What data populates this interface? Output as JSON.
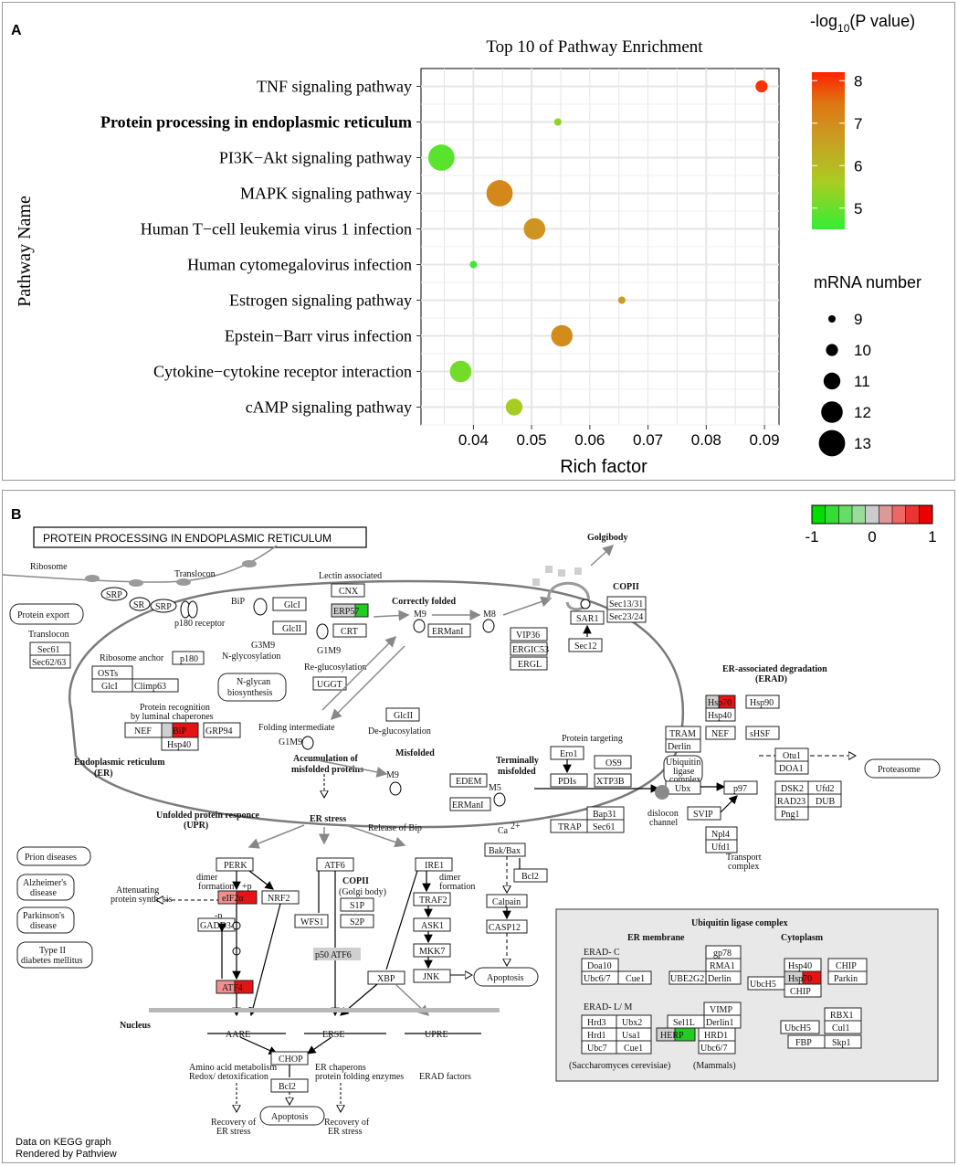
{
  "panel_a": {
    "label": "A",
    "legend_color": {
      "title_prefix": "-log",
      "title_sub": "10",
      "title_suffix": "(P value)",
      "ticks": [
        "8",
        "7",
        "6",
        "5"
      ],
      "tick_values": [
        8,
        7,
        6,
        5
      ],
      "range": [
        4.5,
        8.2
      ],
      "colors": [
        "#33ee33",
        "#aacc22",
        "#cc9922",
        "#dd7711",
        "#ff2200"
      ]
    },
    "legend_size": {
      "title": "mRNA number",
      "entries": [
        "9",
        "10",
        "11",
        "12",
        "13"
      ],
      "entry_values": [
        9,
        10,
        11,
        12,
        13
      ]
    }
  },
  "chart_data": {
    "type": "scatter",
    "title": "Top 10 of Pathway Enrichment",
    "xlabel": "Rich factor",
    "ylabel": "Pathway Name",
    "xlim": [
      0.031,
      0.0925
    ],
    "xticks": [
      "0.04",
      "0.05",
      "0.06",
      "0.07",
      "0.08",
      "0.09"
    ],
    "xtick_values": [
      0.04,
      0.05,
      0.06,
      0.07,
      0.08,
      0.09
    ],
    "grid": true,
    "points": [
      {
        "pathway": "TNF signaling pathway",
        "rich_factor": 0.0895,
        "neg_log10_p": 8.0,
        "mrna_number": 10,
        "bold": false
      },
      {
        "pathway": "Protein processing in endoplasmic reticulum",
        "rich_factor": 0.0545,
        "neg_log10_p": 5.2,
        "mrna_number": 9,
        "bold": true
      },
      {
        "pathway": "PI3K−Akt signaling pathway",
        "rich_factor": 0.0345,
        "neg_log10_p": 4.8,
        "mrna_number": 13,
        "bold": false
      },
      {
        "pathway": "MAPK signaling pathway",
        "rich_factor": 0.0445,
        "neg_log10_p": 6.8,
        "mrna_number": 13,
        "bold": false
      },
      {
        "pathway": "Human T−cell leukemia virus 1 infection",
        "rich_factor": 0.0505,
        "neg_log10_p": 6.5,
        "mrna_number": 12,
        "bold": false
      },
      {
        "pathway": "Human cytomegalovirus infection",
        "rich_factor": 0.04,
        "neg_log10_p": 4.6,
        "mrna_number": 9,
        "bold": false
      },
      {
        "pathway": "Estrogen signaling pathway",
        "rich_factor": 0.0655,
        "neg_log10_p": 6.3,
        "mrna_number": 9,
        "bold": false
      },
      {
        "pathway": "Epstein−Barr virus infection",
        "rich_factor": 0.0552,
        "neg_log10_p": 6.7,
        "mrna_number": 12,
        "bold": false
      },
      {
        "pathway": "Cytokine−cytokine receptor interaction",
        "rich_factor": 0.0378,
        "neg_log10_p": 5.0,
        "mrna_number": 12,
        "bold": false
      },
      {
        "pathway": "cAMP signaling pathway",
        "rich_factor": 0.047,
        "neg_log10_p": 5.4,
        "mrna_number": 11,
        "bold": false
      }
    ]
  },
  "panel_b": {
    "label": "B",
    "title": "PROTEIN PROCESSING IN ENDOPLASMIC RETICULUM",
    "scale": {
      "ticks": [
        "-1",
        "0",
        "1"
      ],
      "colors": [
        "#00dd00",
        "#33dd33",
        "#66dd66",
        "#99dd99",
        "#cccccc",
        "#dd9999",
        "#ee6666",
        "#ee3333",
        "#ee0000"
      ]
    },
    "footer": [
      "Data on KEGG graph",
      "Rendered by Pathview"
    ],
    "highlight_colors": {
      "up": "#e41414",
      "up_light": "#f29090",
      "down": "#22cc22",
      "neutral": "#cfcfcf"
    },
    "labels": {
      "ribosome": "Ribosome",
      "translocon": "Translocon",
      "srp": "SRP",
      "sr": "SR",
      "protein_export": "Protein export",
      "translocon2": "Translocon",
      "sec61": "Sec61",
      "sec62": "Sec62/63",
      "p180r": "p180 receptor",
      "p180": "p180",
      "ribosome_anchor": "Ribosome anchor",
      "osts": "OSTs",
      "glci": "GlcI",
      "climp63": "Climp63",
      "bip": "BiP",
      "glci2": "GlcI",
      "glcii": "GlcII",
      "g3m9": "G3M9",
      "nglyc": "N-glycosylation",
      "nglycan": "N-glycan",
      "biosynthesis": "biosynthesis",
      "lectin": "Lectin associated",
      "cnx": "CNX",
      "erp57": "ERP57",
      "crt": "CRT",
      "g1m9": "G1M9",
      "correctly": "Correctly folded",
      "m9": "M9",
      "m8": "M8",
      "ermani": "ERManI",
      "vip36": "VIP36",
      "ergic53": "ERGIC53",
      "ergl": "ERGL",
      "golgibody": "Golgibody",
      "copii": "COPII",
      "sec1331": "Sec13/31",
      "sec2324": "Sec23/24",
      "sar1": "SAR1",
      "sec12": "Sec12",
      "reglu": "Re-glucosylation",
      "uggt": "UGGT",
      "recog1": "Protein recognition",
      "recog2": "by luminal chaperones",
      "nef": "NEF",
      "bip2": "BiP",
      "grp94": "GRP94",
      "hsp40": "Hsp40",
      "folding": "Folding intermediate",
      "g1m9b": "G1M9",
      "glcii2": "GlcII",
      "deglu": "De-glucosylation",
      "er1": "Endoplasmic reticulum",
      "er2": "(ER)",
      "misfolded": "Misfolded",
      "accum1": "Accumulation of",
      "accum2": "misfolded proteins",
      "m9b": "M9",
      "edem": "EDEM",
      "ermani2": "ERManI",
      "m5": "M5",
      "terminally1": "Terminally",
      "terminally2": "misfolded",
      "targeting": "Protein targeting",
      "ero1": "Ero1",
      "os9": "OS9",
      "pdis": "PDIs",
      "xtp3b": "XTP3B",
      "bap31": "Bap31",
      "trap": "TRAP",
      "sec61b": "Sec61",
      "erad1": "ER-associated degradation",
      "erad2": "(ERAD)",
      "hsp70": "Hsp70",
      "hsp90": "Hsp90",
      "hsp40b": "Hsp40",
      "tram": "TRAM",
      "derlin": "Derlin",
      "nef2": "NEF",
      "shsf": "sHSF",
      "ubiq1": "Ubiquitin",
      "ubiq2": "ligase",
      "ubiq3": "complex",
      "ubx": "Ubx",
      "p97": "p97",
      "svip": "SVIP",
      "npl4": "Npl4",
      "ufd1": "Ufd1",
      "transport1": "Transport",
      "transport2": "complex",
      "dislocon1": "dislocon",
      "dislocon2": "channel",
      "otu1": "Otu1",
      "doa1": "DOA1",
      "proteasome": "Proteasome",
      "dsk2": "DSK2",
      "ufd2": "Ufd2",
      "rad23": "RAD23",
      "dub": "DUB",
      "png1": "Png1",
      "upr1": "Unfolded protein responce",
      "upr2": "(UPR)",
      "erstress": "ER stress",
      "release": "Release of Bip",
      "bakbax": "Bak/Bax",
      "ca2": "Ca",
      "perk": "PERK",
      "atf6": "ATF6",
      "ire1": "IRE1",
      "dimer1": "dimer",
      "dimer2": "formation",
      "p": "+p",
      "atten1": "Attenuating",
      "atten2": "protein synthesis",
      "eif2a": "eIF2α",
      "minusp": "-p",
      "nrf2": "NRF2",
      "gadd34": "GADD34",
      "wfs1": "WFS1",
      "copii2": "COPII",
      "golgi2": "(Golgi body)",
      "s1p": "S1P",
      "s2p": "S2P",
      "p50": "p50 ATF6",
      "traf2": "TRAF2",
      "ask1": "ASK1",
      "mkk7": "MKK7",
      "jnk": "JNK",
      "bcl2": "Bcl2",
      "calpain": "Calpain",
      "casp12": "CASP12",
      "apoptosis": "Apoptosis",
      "atf4": "ATF4",
      "xbp": "XBP",
      "nucleus": "Nucleus",
      "aare": "AARE",
      "erse": "ERSE",
      "upre": "UPRE",
      "chop": "CHOP",
      "bcl2b": "Bcl2",
      "aa1": "Amino acid  metabolism",
      "aa2": "Redox/ detoxification",
      "erch1": "ER chaperons",
      "erch2": "protein folding enzymes",
      "eradf": "ERAD factors",
      "apoptosis2": "Apoptosis",
      "rec1": "Recovery of",
      "rec2": "ER stress",
      "rec3": "Recovery of",
      "rec4": "ER stress",
      "prion": "Prion diseases",
      "alz1": "Alzheimer's",
      "alz2": "disease",
      "park1": "Parkinson's",
      "park2": "disease",
      "t2d1": "Type II",
      "t2d2": "diabetes mellitus",
      "ulc": "Ubiquitin ligase complex",
      "ermem": "ER membrane",
      "cyto": "Cytoplasm",
      "eradc": "ERAD- C",
      "doa10": "Doa10",
      "ubc67": "Ubc6/7",
      "cue1": "Cue1",
      "gp78": "gp78",
      "rma1": "RMA1",
      "ube2g2": "UBE2G2",
      "derlin2": "Derlin",
      "hsp40c": "Hsp40",
      "hsp70b": "Hsp70",
      "chip": "CHIP",
      "chip2": "CHIP",
      "parkin": "Parkin",
      "ubch5": "UbcH5",
      "eradlm": "ERAD- L/ M",
      "hrd3": "Hrd3",
      "usa1": "Usa1",
      "ubx2": "Ubx2",
      "hrd1": "Hrd1",
      "ubc7": "Ubc7",
      "cue1b": "Cue1",
      "vimp": "VIMP",
      "sel1l": "Sel1L",
      "derlin1": "Derlin1",
      "herp": "HERP",
      "hrd1b": "HRD1",
      "ubc67b": "Ubc6/7",
      "ubch5b": "UbcH5",
      "rbx1": "RBX1",
      "cul1": "Cul1",
      "fbp": "FBP",
      "skp1": "Skp1",
      "sacc": "(Saccharomyces cerevisiae)",
      "mammals": "(Mammals)"
    }
  }
}
